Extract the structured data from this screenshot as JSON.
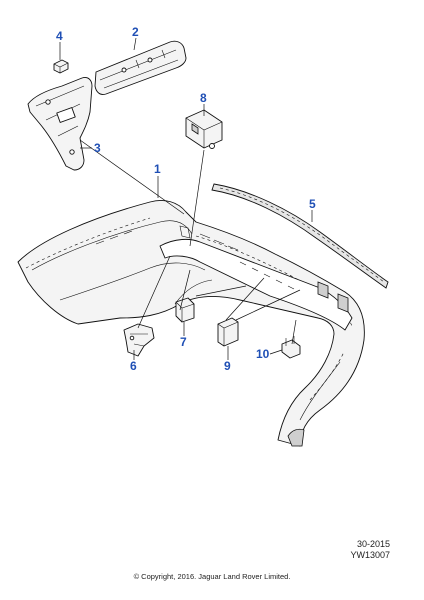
{
  "callouts": {
    "c1": "1",
    "c2": "2",
    "c3": "3",
    "c4": "4",
    "c5": "5",
    "c6": "6",
    "c7": "7",
    "c8": "8",
    "c9": "9",
    "c10": "10"
  },
  "reference": {
    "code": "30-2015",
    "drawing_id": "YW13007"
  },
  "copyright": "© Copyright, 2016. Jaguar Land Rover Limited.",
  "colors": {
    "callout": "#1f4fb5",
    "line": "#111111",
    "fill": "#f4f4f4"
  }
}
